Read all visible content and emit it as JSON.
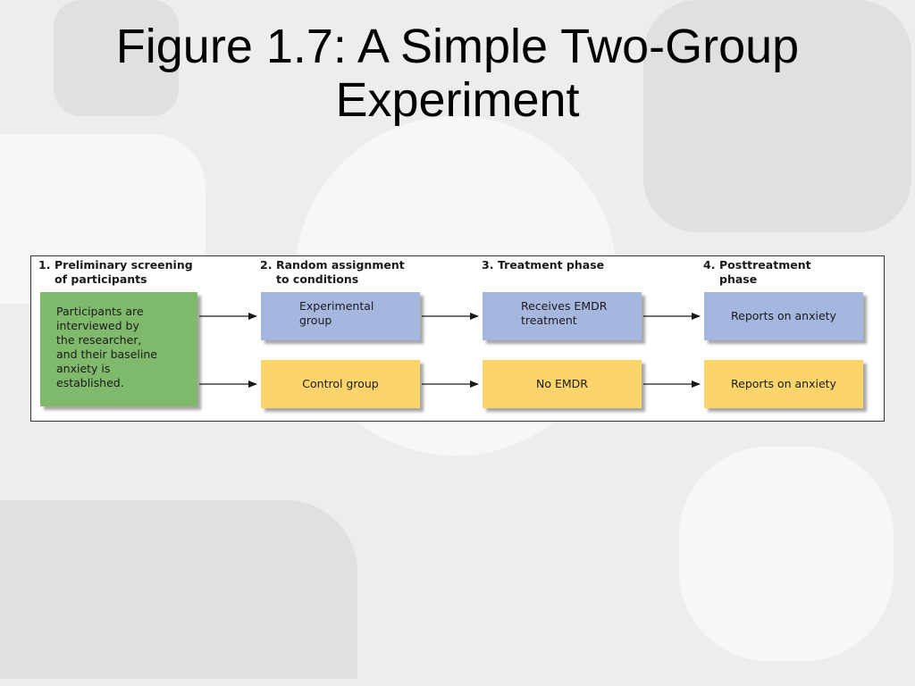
{
  "slide": {
    "title_line1": "Figure 1.7: A Simple Two-Group",
    "title_line2": "Experiment"
  },
  "figure": {
    "stages": [
      {
        "num": "1.",
        "line1": "Preliminary screening",
        "line2": "of participants"
      },
      {
        "num": "2.",
        "line1": "Random assignment",
        "line2": "to conditions"
      },
      {
        "num": "3.",
        "line1": "Treatment phase",
        "line2": ""
      },
      {
        "num": "4.",
        "line1": "Posttreatment",
        "line2": "phase"
      }
    ],
    "screening_box": "Participants are\ninterviewed by\nthe researcher,\nand their baseline\nanxiety is\nestablished.",
    "experimental_row": {
      "group": "Experimental\ngroup",
      "treatment": "Receives EMDR\ntreatment",
      "post": "Reports on anxiety"
    },
    "control_row": {
      "group": "Control group",
      "treatment": "No EMDR",
      "post": "Reports on anxiety"
    }
  },
  "colors": {
    "screening": "#7fba6c",
    "experimental": "#a5b7df",
    "control": "#fbd46b",
    "arrow": "#1a1a1a"
  }
}
